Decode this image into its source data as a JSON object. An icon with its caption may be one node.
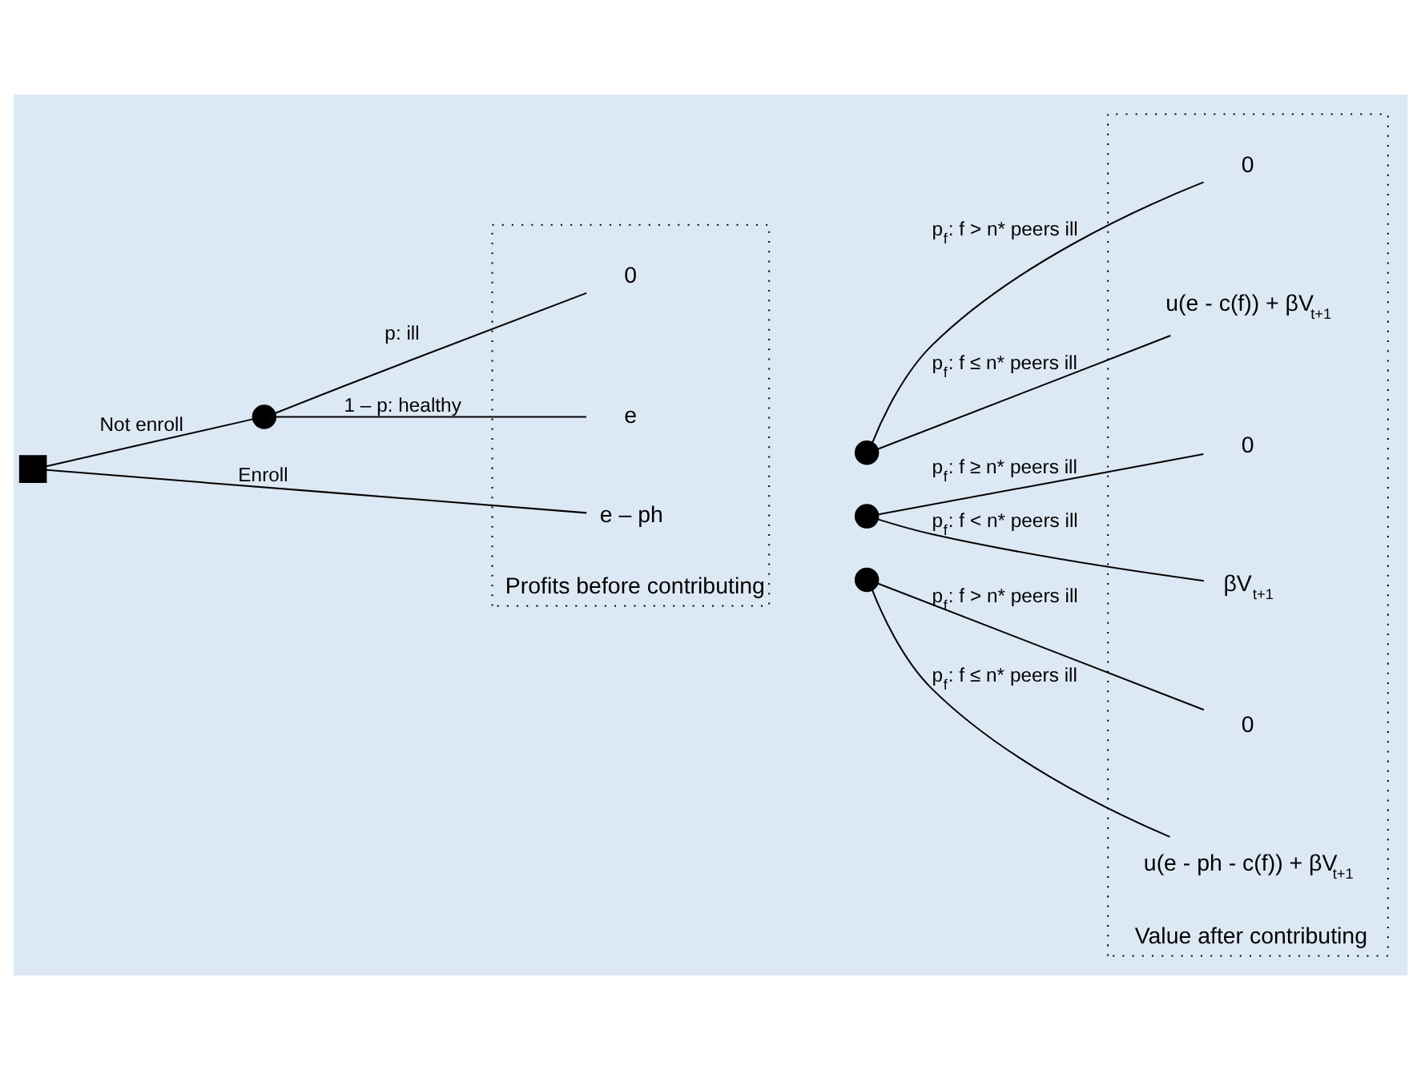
{
  "diagram": {
    "nodes": [
      {
        "text": [],
        "shape": "box"
      },
      {
        "text": [],
        "shape": "circle"
      },
      {
        "text": [
          "Profits before contributing"
        ]
      },
      {
        "text": [
          "e"
        ],
        "in": 2
      },
      {
        "text": [
          "0"
        ],
        "in": 2
      },
      {
        "text": [
          "e – ph"
        ],
        "in": 2
      },
      {
        "text": [],
        "shape": "circle"
      },
      {
        "text": [],
        "shape": "circle"
      },
      {
        "text": [],
        "shape": "circle"
      },
      {
        "text": [
          "Value after contributing"
        ]
      },
      {
        "text": [
          "0"
        ],
        "in": 9
      },
      {
        "text": [
          "u(e - c(f)) + βV$_{t+1}$"
        ],
        "in": 9
      },
      {
        "text": [
          "0"
        ],
        "in": 9
      },
      {
        "text": [
          "βV$_{t+1}$"
        ],
        "in": 9
      },
      {
        "text": [
          "0"
        ],
        "in": 9
      },
      {
        "text": [
          "u(e - ph - c(f)) + βV$_{t+1}$"
        ],
        "in": 9
      }
    ],
    "edges": [
      {
        "from": 0,
        "to": 1,
        "arrow": "none",
        "label": "Not enroll"
      },
      {
        "from": 0,
        "to": 5,
        "arrow": "none",
        "label": "Enroll"
      },
      {
        "from": 1,
        "to": 3,
        "arrow": "none",
        "label": "1 – p: healthy"
      },
      {
        "from": 1,
        "to": 4,
        "arrow": "none",
        "label": "p: ill"
      },
      {
        "from": 6,
        "to": 10,
        "arrow": "none",
        "label": "p$_{f}$: f > n* peers ill"
      },
      {
        "from": 6,
        "to": 11,
        "arrow": "none",
        "label": "p$_{f}$: f ≤ n* peers ill"
      },
      {
        "from": 7,
        "to": 12,
        "arrow": "none",
        "label": "p$_{f}$: f ≥ n* peers ill"
      },
      {
        "from": 7,
        "to": 13,
        "arrow": "none",
        "label": "p$_{f}$: f < n* peers ill"
      },
      {
        "from": 8,
        "to": 14,
        "arrow": "none",
        "label": "p$_{f}$: f > n* peers ill"
      },
      {
        "from": 8,
        "to": 15,
        "arrow": "none",
        "label": "p$_{f}$: f ≤ n* peers ill"
      }
    ]
  }
}
